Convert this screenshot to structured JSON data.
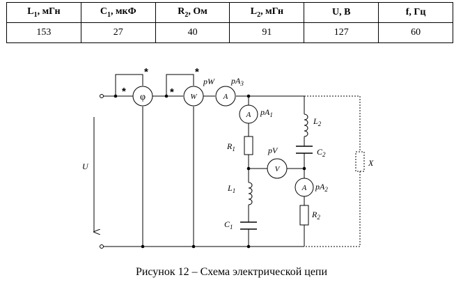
{
  "table": {
    "headers": [
      {
        "sym": "L",
        "sub": "1",
        "unit": ", мГн"
      },
      {
        "sym": "C",
        "sub": "1",
        "unit": ", мкФ"
      },
      {
        "sym": "R",
        "sub": "2",
        "unit": ", Ом"
      },
      {
        "sym": "L",
        "sub": "2",
        "unit": ", мГн"
      },
      {
        "sym": "U",
        "sub": "",
        "unit": ", В"
      },
      {
        "sym": "f",
        "sub": "",
        "unit": ", Гц"
      }
    ],
    "values": [
      "153",
      "27",
      "40",
      "91",
      "127",
      "60"
    ]
  },
  "circuit": {
    "phase_meter": {
      "symbol": "φ",
      "star": "*"
    },
    "wattmeter": {
      "symbol": "W",
      "label": "pW",
      "star": "*"
    },
    "ammeter_main": {
      "symbol": "A",
      "label": "pA",
      "label_sub": "3"
    },
    "ammeter_1": {
      "symbol": "A",
      "label": "pA",
      "label_sub": "1"
    },
    "ammeter_2": {
      "symbol": "A",
      "label": "pA",
      "label_sub": "2"
    },
    "voltmeter": {
      "symbol": "V",
      "label": "pV"
    },
    "resistor_1": {
      "label": "R",
      "sub": "1"
    },
    "resistor_2": {
      "label": "R",
      "sub": "2"
    },
    "inductor_1": {
      "label": "L",
      "sub": "1"
    },
    "inductor_2": {
      "label": "L",
      "sub": "2"
    },
    "capacitor_1": {
      "label": "C",
      "sub": "1"
    },
    "capacitor_2": {
      "label": "C",
      "sub": "2"
    },
    "load_x": {
      "label": "X"
    },
    "voltage": {
      "label": "U"
    }
  },
  "caption": "Рисунок 12 – Схема электрической цепи"
}
